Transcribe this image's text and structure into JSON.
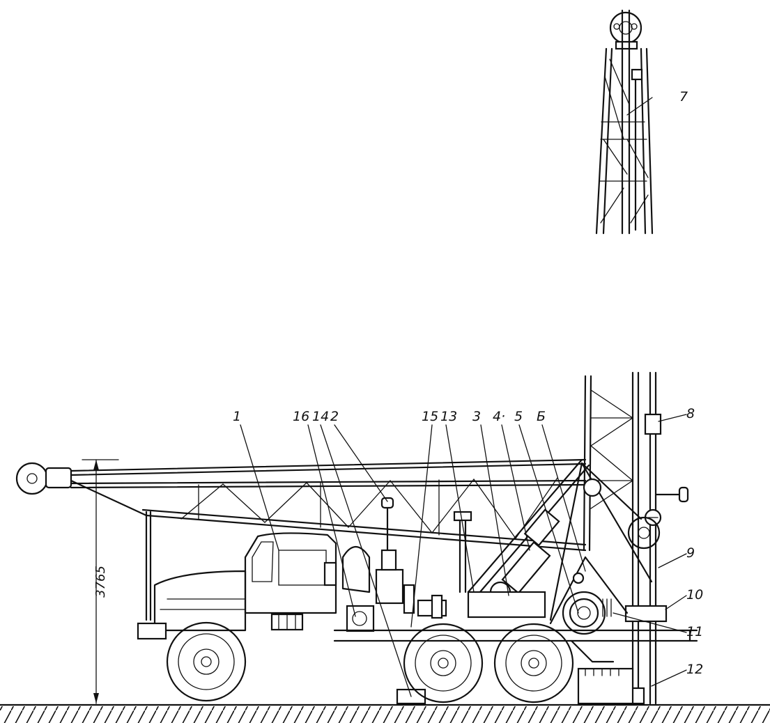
{
  "figure": {
    "dimension_label": "3765",
    "callouts": [
      {
        "id": "c1",
        "text": "1"
      },
      {
        "id": "c16",
        "text": "16"
      },
      {
        "id": "c14",
        "text": "14"
      },
      {
        "id": "c2",
        "text": "2"
      },
      {
        "id": "c15",
        "text": "15"
      },
      {
        "id": "c13",
        "text": "13"
      },
      {
        "id": "c3",
        "text": "3"
      },
      {
        "id": "c4",
        "text": "4·"
      },
      {
        "id": "c5",
        "text": "5"
      },
      {
        "id": "c6",
        "text": "Б"
      },
      {
        "id": "c7",
        "text": "7"
      },
      {
        "id": "c8",
        "text": "8"
      },
      {
        "id": "c9",
        "text": "9"
      },
      {
        "id": "c10",
        "text": "10"
      },
      {
        "id": "c11",
        "text": "11"
      },
      {
        "id": "c12",
        "text": "12"
      }
    ]
  }
}
